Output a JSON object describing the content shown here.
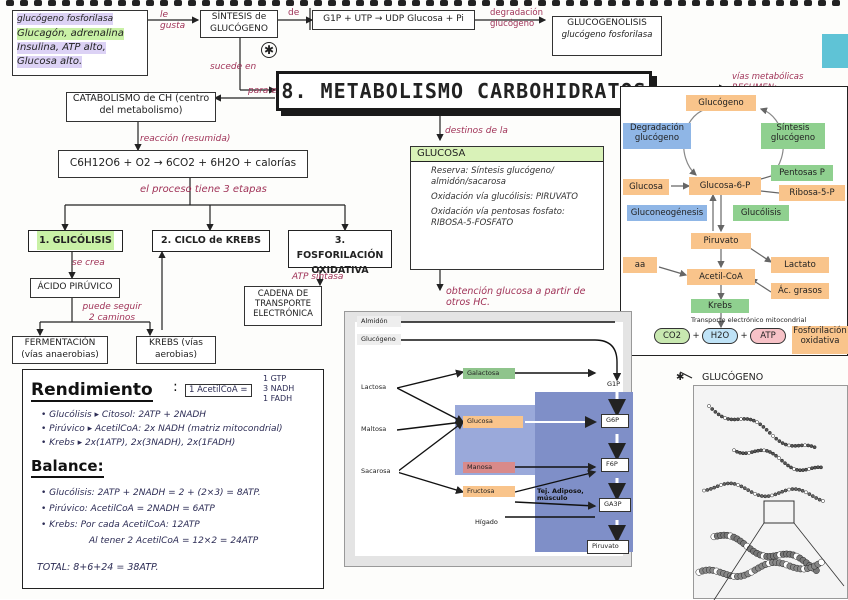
{
  "title": "8. METABOLISMO CARBOHIDRATOS",
  "top_left": {
    "header": "glucógeno fosforilasa",
    "lines": [
      "Glucagón, adrenalina",
      "Insulina, ATP alto,",
      "Glucosa alto."
    ],
    "le_gusta": "le gusta",
    "side": "le gusta",
    "sintesis": "SÍNTESIS de GLUCÓGENO",
    "de": "de",
    "reaction": "G1P + UTP → UDP Glucosa + Pi",
    "degradacion": "degradación glucógeno",
    "glucogenolisis": "GLUCOGENOLISIS",
    "glucogenolisis_sub": "glucógeno fosforilasa",
    "star": "✱",
    "sucede": "sucede en",
    "para_el": "para el"
  },
  "catabolism": {
    "box": "CATABOLISMO de CH (centro del metabolismo)",
    "reaccion": "reacción (resumida)",
    "equation": "C6H12O6 + O2 → 6CO2 + 6H2O + calorías",
    "etapas": "el proceso tiene 3 etapas",
    "stage1": "1. GLICÓLISIS",
    "stage2": "2. CICLO de KREBS",
    "stage3": "3. FOSFORILACIÓN OXIDATIVA",
    "se_crea": "se crea",
    "piruvico": "ÁCIDO PIRÚVICO",
    "puede_seguir": "puede seguir 2 caminos",
    "fermentacion": "FERMENTACIÓN (vías anaerobias)",
    "krebs_box": "KREBS (vías aerobias)",
    "atp_sintasa": "ATP sintasa",
    "cadena": "CADENA DE TRANSPORTE ELECTRÓNICA"
  },
  "glucosa_card": {
    "destinos": "destinos de la",
    "title": "GLUCOSA",
    "items": [
      "Reserva: Síntesis glucógeno/ almidón/sacarosa",
      "Oxidación vía glucólisis: PIRUVATO",
      "Oxidación vía pentosas fosfato: RIBOSA-5-FOSFATO"
    ],
    "obtencion": "obtención glucosa a partir de otros HC."
  },
  "rendimiento": {
    "title": "Rendimiento",
    "key_lhs": "1 AcetilCoA =",
    "key_rhs": [
      "1 GTP",
      "3 NADH",
      "1 FADH"
    ],
    "lines": [
      "• Glucólisis ▸ Citosol: 2ATP + 2NADH",
      "• Pirúvico ▸ AcetilCoA: 2x NADH (matriz mitocondrial)",
      "• Krebs ▸ 2x(1ATP), 2x(3NADH), 2x(1FADH)"
    ],
    "balance_title": "Balance:",
    "balance_lines": [
      "• Glucólisis: 2ATP + 2NADH = 2 + (2×3) = 8ATP.",
      "• Pirúvico: AcetilCoA = 2NADH = 6ATP",
      "• Krebs: Por cada AcetilCoA: 12ATP",
      "Al tener 2 AcetilCoA = 12×2 = 24ATP"
    ],
    "total": "TOTAL: 8+6+24 = 38ATP."
  },
  "right_panel": {
    "caption": "vías metabólicas RESUMEN:",
    "glucogeno": "Glucógeno",
    "degradacion": "Degradación glucógeno",
    "sintesis": "Síntesis glucógeno",
    "glucosa": "Glucosa",
    "g6p": "Glucosa-6-P",
    "pentosa": "Pentosas P",
    "ribosa": "Ribosa-5-P",
    "gluconeo": "Gluconeogénesis",
    "glucolisis": "Glucólisis",
    "piruvato": "Piruvato",
    "aa": "aa",
    "acetil": "Acetil-CoA",
    "lactato": "Lactato",
    "ac_grasos": "Ác. grasos",
    "krebs": "Krebs",
    "transporte": "Transporte electrónico mitocondrial",
    "co2": "CO2",
    "h2o": "H2O",
    "atp": "ATP",
    "fosforilacion": "Fosforilación oxidativa",
    "plus1": "+",
    "plus2": "+"
  },
  "photo": {
    "almidon": "Almidón",
    "glucogeno": "Glucógeno",
    "lactosa": "Lactosa",
    "maltosa": "Maltosa",
    "sacarosa": "Sacarosa",
    "galactosa": "Galactosa",
    "glucosa": "Glucosa",
    "manosa": "Manosa",
    "fructosa": "Fructosa",
    "g1p": "G1P",
    "g6p": "G6P",
    "f6p": "F6P",
    "ga3p": "GA3P",
    "piruvato": "Piruvato",
    "tej": "Tej. Adiposo, músculo",
    "higado": "Hígado"
  },
  "glucogeno_photo": {
    "caption": "GLUCÓGENO",
    "star": "✱"
  },
  "colors": {
    "green_highlight": "#c9f1a6",
    "lilac_highlight": "#dcd2f5",
    "pink_text": "#a03358",
    "orange_box": "#f9c48b",
    "green_box": "#8fd08f",
    "blue_box": "#8fb6e6"
  }
}
